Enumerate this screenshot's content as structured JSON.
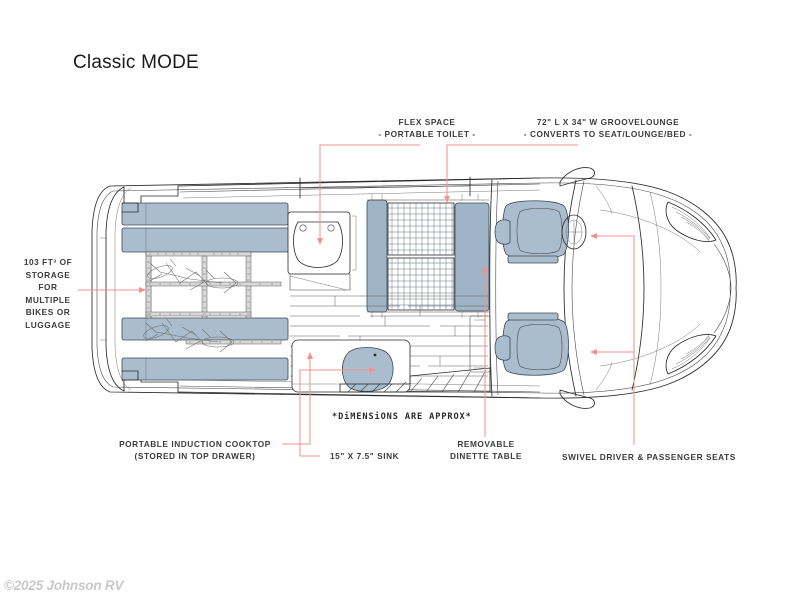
{
  "page": {
    "title": "Classic MODE",
    "footer": "©2025 Johnson RV",
    "background": "#ffffff",
    "text_color": "#3c3c3c",
    "accent_leader_color": "#f4918c",
    "cushion_color": "#a9bdce",
    "approx_note": "*DiMENSiONS ARE APPROX*"
  },
  "callouts": [
    {
      "id": "flex-space",
      "lines": [
        "FLEX SPACE",
        "- PORTABLE TOILET -"
      ],
      "line1": "FLEX SPACE",
      "line2": "- PORTABLE TOILET -"
    },
    {
      "id": "groovelounge",
      "lines": [
        "72\" L X 34\" W GROOVELOUNGE",
        "- CONVERTS TO SEAT/LOUNGE/BED -"
      ],
      "line1": "72\" L X 34\" W GROOVELOUNGE",
      "line2": "- CONVERTS TO SEAT/LOUNGE/BED -"
    },
    {
      "id": "storage",
      "lines": [
        "103 FT³ OF",
        "STORAGE",
        "FOR",
        "MULTIPLE",
        "BIKES OR",
        "LUGGAGE"
      ],
      "line1": "103 FT³ OF",
      "line2": "STORAGE",
      "line3": "FOR",
      "line4": "MULTIPLE",
      "line5": "BIKES OR",
      "line6": "LUGGAGE"
    },
    {
      "id": "cooktop",
      "lines": [
        "PORTABLE INDUCTION COOKTOP",
        "(STORED IN TOP DRAWER)"
      ],
      "line1": "PORTABLE INDUCTION COOKTOP",
      "line2": "(STORED IN TOP DRAWER)"
    },
    {
      "id": "sink",
      "lines": [
        "15\" X 7.5\" SINK"
      ],
      "line1": "15\" X 7.5\" SINK"
    },
    {
      "id": "dinette",
      "lines": [
        "REMOVABLE",
        "DINETTE TABLE"
      ],
      "line1": "REMOVABLE",
      "line2": "DINETTE TABLE"
    },
    {
      "id": "swivel-seats",
      "lines": [
        "SWIVEL DRIVER & PASSENGER SEATS"
      ],
      "line1": "SWIVEL DRIVER & PASSENGER SEATS"
    }
  ],
  "floorplan": {
    "name": "camper-van-overhead-floorplan",
    "orientation": "rear-left-to-front-right",
    "zones": [
      "rear-storage-bike-rack",
      "portable-toilet-flex-space",
      "groovelounge-bench",
      "galley-counter-with-sink",
      "removable-dinette-table",
      "swivel-cab-seats"
    ]
  }
}
